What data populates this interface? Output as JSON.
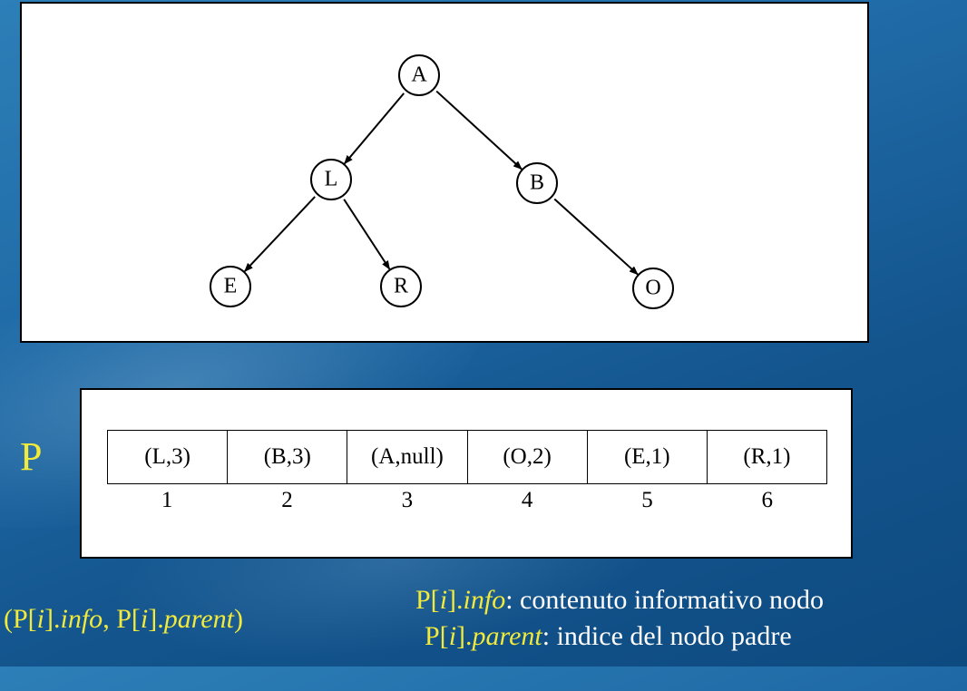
{
  "tree": {
    "nodes": [
      {
        "id": "A",
        "label": "A"
      },
      {
        "id": "L",
        "label": "L"
      },
      {
        "id": "B",
        "label": "B"
      },
      {
        "id": "E",
        "label": "E"
      },
      {
        "id": "R",
        "label": "R"
      },
      {
        "id": "O",
        "label": "O"
      }
    ],
    "edges": [
      {
        "from": "A",
        "to": "L"
      },
      {
        "from": "A",
        "to": "B"
      },
      {
        "from": "L",
        "to": "E"
      },
      {
        "from": "L",
        "to": "R"
      },
      {
        "from": "B",
        "to": "O"
      }
    ]
  },
  "array": {
    "name": "P",
    "cells": [
      {
        "value": "(L,3)",
        "index": "1"
      },
      {
        "value": "(B,3)",
        "index": "2"
      },
      {
        "value": "(A,null)",
        "index": "3"
      },
      {
        "value": "(O,2)",
        "index": "4"
      },
      {
        "value": "(E,1)",
        "index": "5"
      },
      {
        "value": "(R,1)",
        "index": "6"
      }
    ]
  },
  "legend": {
    "tuple": {
      "open": "(P[",
      "i1": "i",
      "mid1": "].",
      "info": "info",
      "comma": ", P[",
      "i2": "i",
      "mid2": "].",
      "parent": "parent",
      "close": ")"
    },
    "info_line": {
      "pre": "P[",
      "i": "i",
      "mid": "].",
      "field": "info",
      "desc": ": contenuto informativo nodo"
    },
    "parent_line": {
      "pre": "P[",
      "i": "i",
      "mid": "].",
      "field": "parent",
      "desc": ": indice del nodo padre"
    }
  },
  "colors": {
    "accent_yellow": "#f2ea3a",
    "background_blue": "#1f6aa6"
  }
}
